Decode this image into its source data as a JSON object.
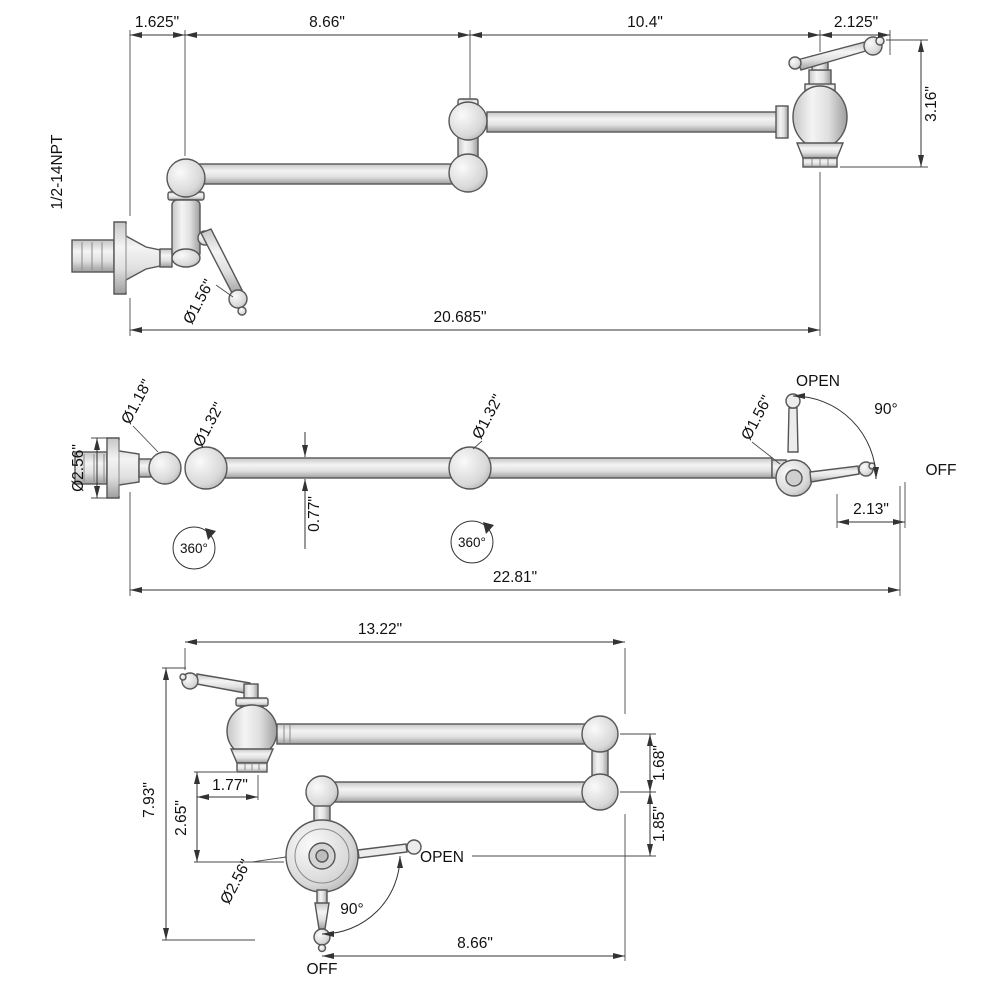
{
  "drawing": {
    "background": "#ffffff",
    "line_color": "#333333",
    "text_color": "#111111"
  },
  "side_view": {
    "seg_wall_to_body": "1.625\"",
    "seg_arm1": "8.66\"",
    "seg_arm2": "10.4\"",
    "seg_handle": "2.125\"",
    "spout_height": "3.16\"",
    "thread_spec": "1/2-14NPT",
    "handle_knob_diameter": "Ø1.56\"",
    "overall_reach": "20.685\""
  },
  "plan_view": {
    "body_diameter": "Ø1.18\"",
    "flange_diameter": "Ø2.56\"",
    "joint1_diameter": "Ø1.32\"",
    "joint2_diameter": "Ø1.32\"",
    "valve_diameter": "Ø1.56\"",
    "open_label": "OPEN",
    "swing_angle": "90°",
    "off_label": "OFF",
    "handle_length": "2.13\"",
    "swivel_joint1": "360°",
    "swivel_joint2": "360°",
    "arm_width": "0.77\"",
    "overall_length": "22.81\""
  },
  "folded_view": {
    "folded_length": "13.22\"",
    "overall_height": "7.93\"",
    "spout_offset": "1.77\"",
    "valve_drop": "2.65\"",
    "flange_diameter": "Ø2.56\"",
    "open_label": "OPEN",
    "swing_angle": "90°",
    "off_label": "OFF",
    "lower_arm_reach": "8.66\"",
    "arm_spacing_upper": "1.68\"",
    "arm_spacing_lower": "1.85\""
  }
}
